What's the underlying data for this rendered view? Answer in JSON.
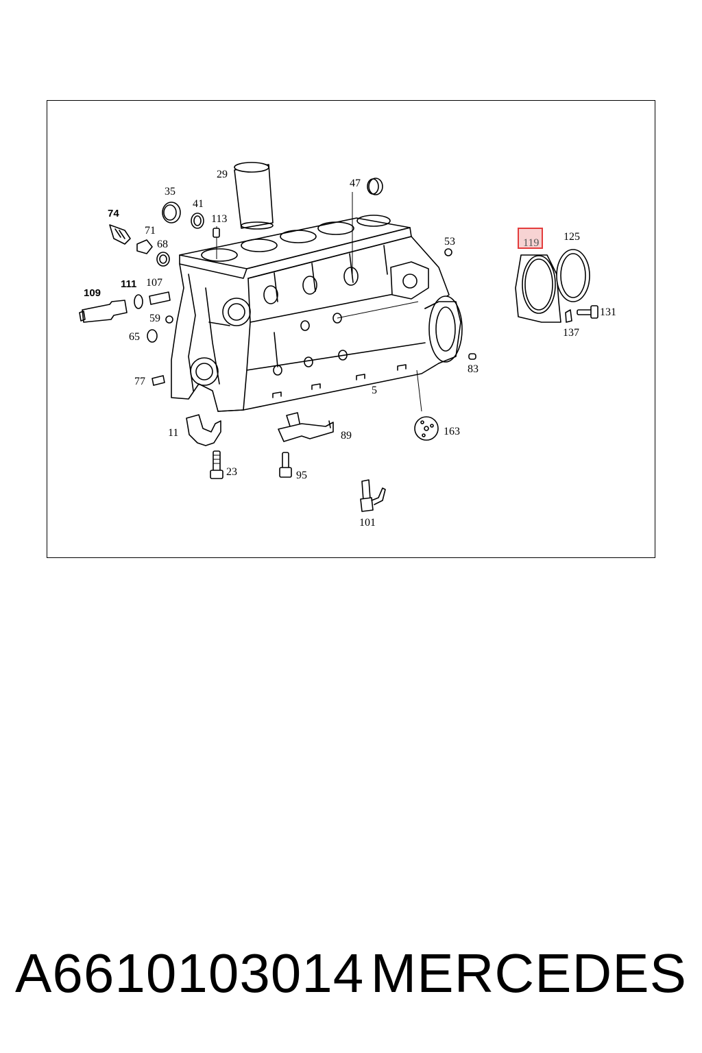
{
  "diagram": {
    "highlight_color": "#e33b3b",
    "highlight_fill": "#f7d3d3",
    "highlighted_callout": "119",
    "callouts": {
      "c29": "29",
      "c47": "47",
      "c35": "35",
      "c41": "41",
      "c113": "113",
      "c74": "74",
      "c71": "71",
      "c68": "68",
      "c53": "53",
      "c109": "109",
      "c111": "111",
      "c107": "107",
      "c59": "59",
      "c65": "65",
      "c77": "77",
      "c11": "11",
      "c23": "23",
      "c89": "89",
      "c95": "95",
      "c101": "101",
      "c163": "163",
      "c5": "5",
      "c83": "83",
      "c119": "119",
      "c125": "125",
      "c131": "131",
      "c137": "137"
    }
  },
  "footer": {
    "part_number": "A6610103014",
    "brand": "MERCEDES"
  }
}
